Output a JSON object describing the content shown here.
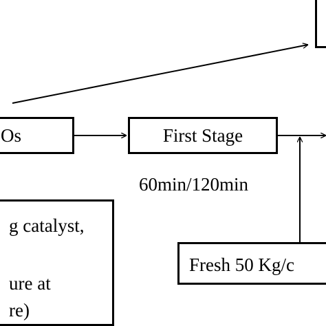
{
  "diagram": {
    "nodes": {
      "left_box_text": "Os",
      "first_stage": "First Stage",
      "first_stage_time": "60min/120min",
      "fresh_feed": "Fresh 50 Kg/c",
      "note_line1": "g catalyst,",
      "note_line2": "ure at",
      "note_line3": "re)"
    },
    "colors": {
      "stroke": "#000000",
      "background": "#ffffff"
    }
  }
}
